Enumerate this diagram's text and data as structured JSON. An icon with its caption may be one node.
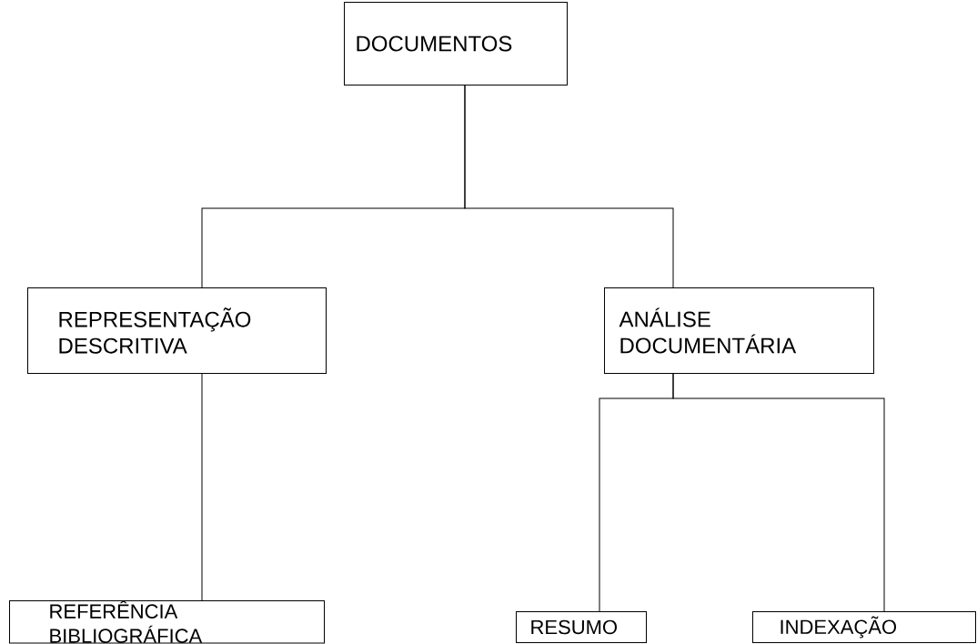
{
  "diagram": {
    "nodes": [
      {
        "text": [
          "DOCUMENTOS"
        ]
      },
      {
        "text": [
          "REPRESENTAÇÃO DESCRITIVA"
        ]
      },
      {
        "text": [
          "ANÁLISE DOCUMENTÁRIA"
        ]
      },
      {
        "text": [
          "REFERÊNCIA BIBLIOGRÁFICA"
        ]
      },
      {
        "text": [
          "RESUMO"
        ]
      },
      {
        "text": [
          "INDEXAÇÃO"
        ]
      }
    ],
    "edges": [
      {
        "from": 0,
        "to": 1,
        "arrow": "none"
      },
      {
        "from": 0,
        "to": 2,
        "arrow": "none"
      },
      {
        "from": 1,
        "to": 3,
        "arrow": "none"
      },
      {
        "from": 2,
        "to": 4,
        "arrow": "none"
      },
      {
        "from": 2,
        "to": 5,
        "arrow": "none"
      }
    ]
  }
}
